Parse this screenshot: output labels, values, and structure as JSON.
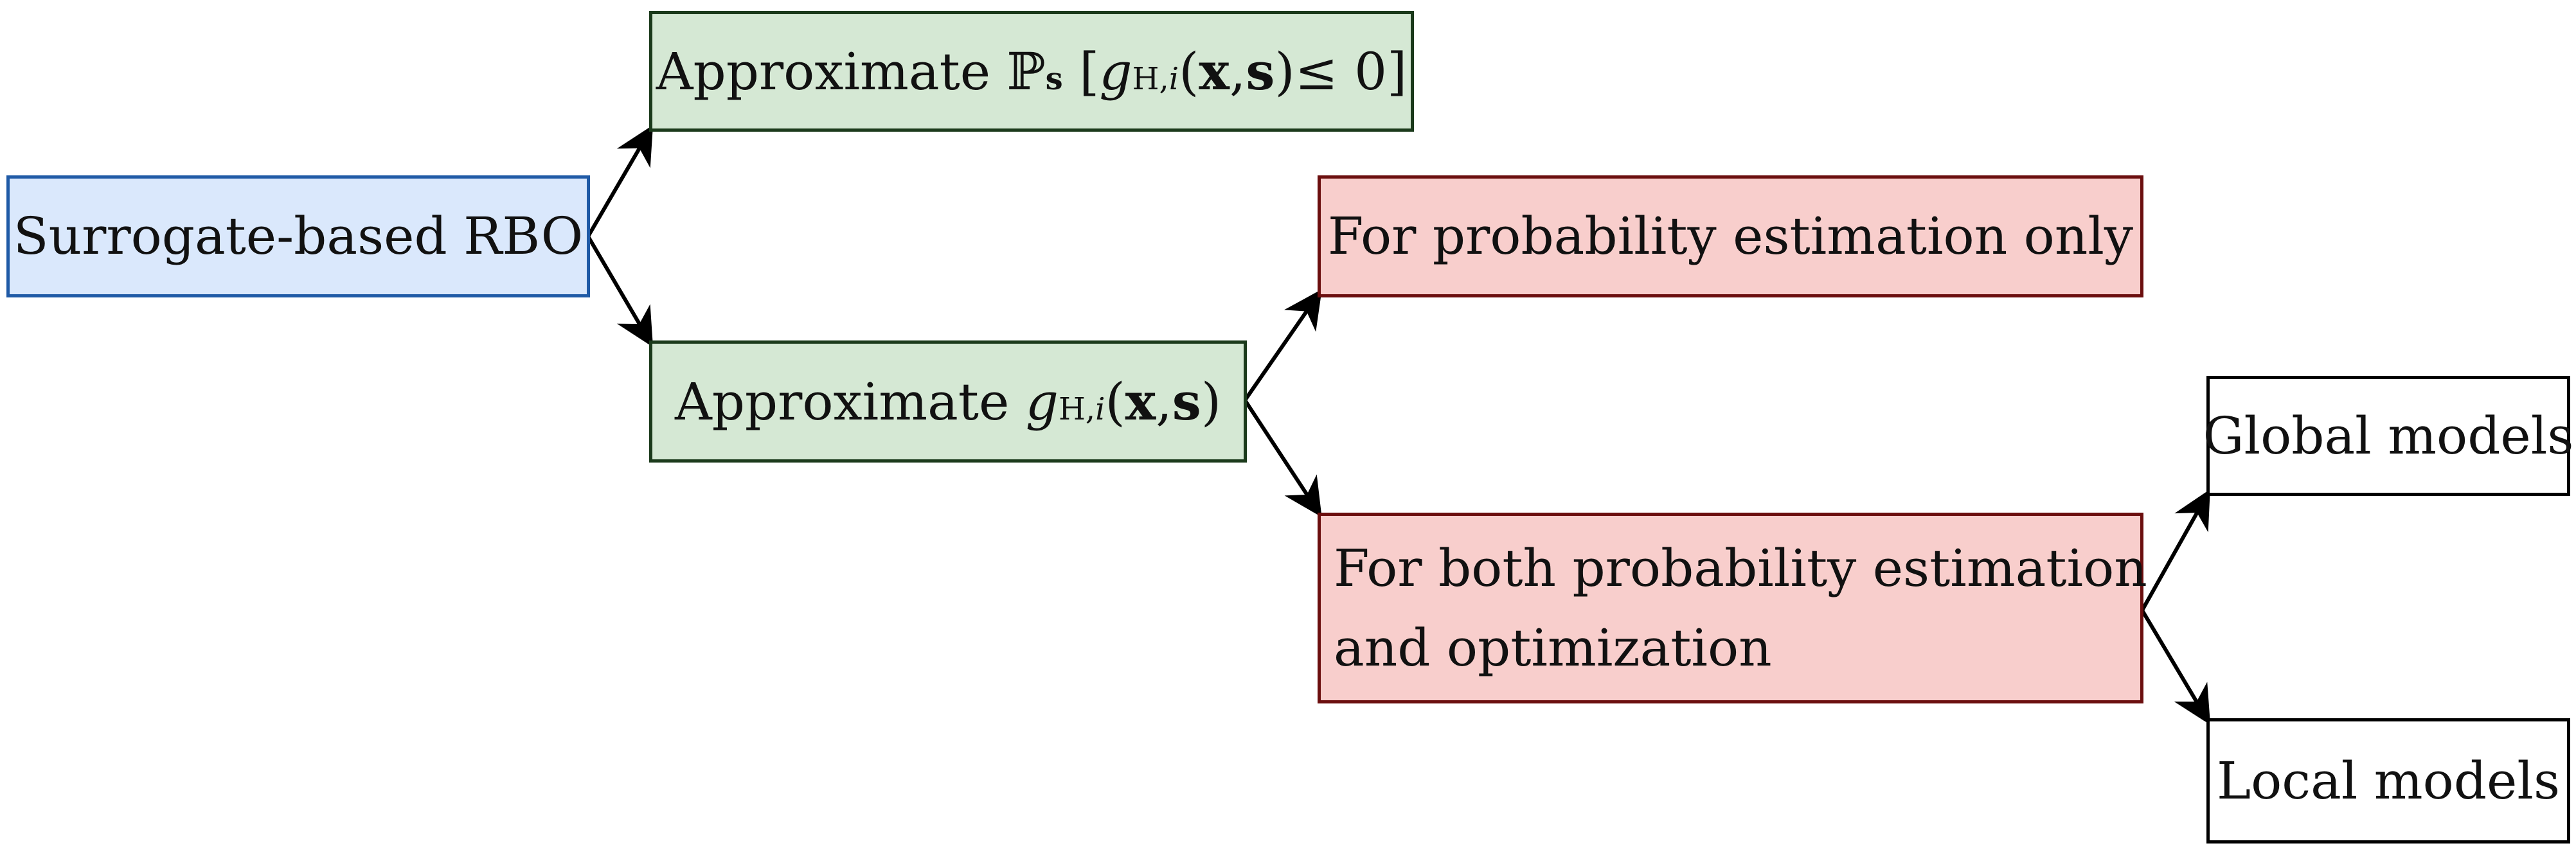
{
  "nodes": {
    "root": {
      "label": "Surrogate-based RBO",
      "color": "#dae8fc"
    },
    "approx_prob": {
      "label_prefix": "Approximate",
      "expr": {
        "prob_symbol": "ℙ",
        "prob_sub": "s",
        "open_bracket": "[",
        "func": "g",
        "func_sub_roman": "H,",
        "func_sub_italic": "i",
        "args_open": "(",
        "arg_x": "x",
        "comma": ", ",
        "arg_s": "s",
        "args_close": ")",
        "relation": " ≤ 0",
        "close_bracket": "]"
      },
      "color": "#d5e8d4"
    },
    "approx_g": {
      "label_prefix": "Approximate",
      "expr": {
        "func": "g",
        "func_sub_roman": "H,",
        "func_sub_italic": "i",
        "args_open": "(",
        "arg_x": "x",
        "comma": ", ",
        "arg_s": "s",
        "args_close": ")"
      },
      "color": "#d5e8d4"
    },
    "prob_only": {
      "label": "For probability estimation only",
      "color": "#f8cecc"
    },
    "both": {
      "line1": "For both probability estimation",
      "line2": "and optimization",
      "color": "#f8cecc"
    },
    "global": {
      "label": "Global models",
      "color": "#ffffff"
    },
    "local": {
      "label": "Local models",
      "color": "#ffffff"
    }
  },
  "edges": [
    {
      "from": "root",
      "to": "approx_prob"
    },
    {
      "from": "root",
      "to": "approx_g"
    },
    {
      "from": "approx_g",
      "to": "prob_only"
    },
    {
      "from": "approx_g",
      "to": "both"
    },
    {
      "from": "both",
      "to": "global"
    },
    {
      "from": "both",
      "to": "local"
    }
  ]
}
